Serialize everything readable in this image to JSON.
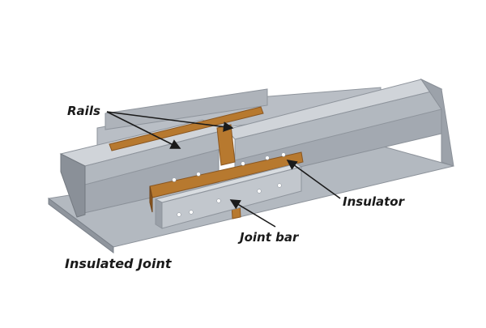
{
  "diagram": {
    "title": "Insulated Joint",
    "labels": {
      "rails": "Rails",
      "insulator": "Insulator",
      "joint_bar": "Joint bar"
    },
    "colors": {
      "rail_top": "#c9ced4",
      "rail_side": "#a8aeb6",
      "rail_dark": "#7f868f",
      "insulator": "#b7792f",
      "insulator_dark": "#8a5620",
      "joint_bar": "#c2c7cd",
      "bolt": "#ffffff",
      "background": "#ffffff"
    }
  }
}
